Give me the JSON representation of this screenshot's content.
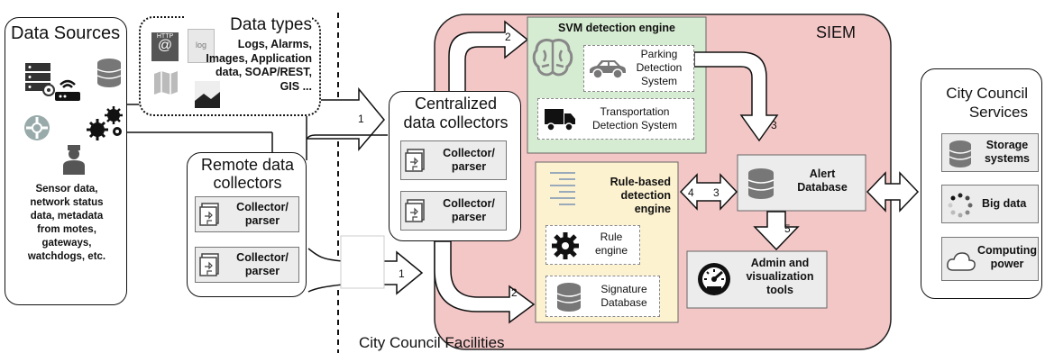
{
  "data_sources": {
    "title": "Data Sources",
    "description": "Sensor data,\nnetwork status\ndata, metadata\nfrom motes,\ngateways,\nwatchdogs, etc."
  },
  "data_types": {
    "title": "Data types",
    "text": "Logs, Alarms,\nImages, Application\ndata, SOAP/REST,\nGIS ...",
    "icon_http": "HTTP",
    "icon_log": "log"
  },
  "remote_collectors": {
    "title": "Remote data\ncollectors",
    "items": [
      "Collector/\nparser",
      "Collector/\nparser"
    ]
  },
  "central_collectors": {
    "title": "Centralized\ndata collectors",
    "items": [
      "Collector/\nparser",
      "Collector/\nparser"
    ]
  },
  "siem": {
    "title": "SIEM",
    "svm": {
      "title": "SVM detection engine",
      "parking": "Parking\nDetection\nSystem",
      "transport": "Transportation\nDetection System"
    },
    "rule_based": {
      "title": "Rule-based\ndetection\nengine",
      "rule_engine": "Rule\nengine",
      "signature_db": "Signature\nDatabase"
    },
    "alert_db": "Alert\nDatabase",
    "admin": "Admin and\nvisualization\ntools"
  },
  "council": {
    "title": "City Council\nServices",
    "items": [
      "Storage\nsystems",
      "Big data",
      "Computing\npower"
    ]
  },
  "facilities_label": "City Council Facilities",
  "arrow_labels": {
    "a1_top": "1",
    "a1_bottom": "1",
    "a2_top": "2",
    "a2_bottom": "2",
    "a3_svm": "3",
    "a4": "4",
    "a3_rule": "3",
    "a5": "5"
  },
  "colors": {
    "siem_fill": "#f4c7c7",
    "svm_fill": "#d6ecd2",
    "rule_fill": "#fdf2d0",
    "gray_fill": "#ececec",
    "icon_gray": "#777777"
  }
}
